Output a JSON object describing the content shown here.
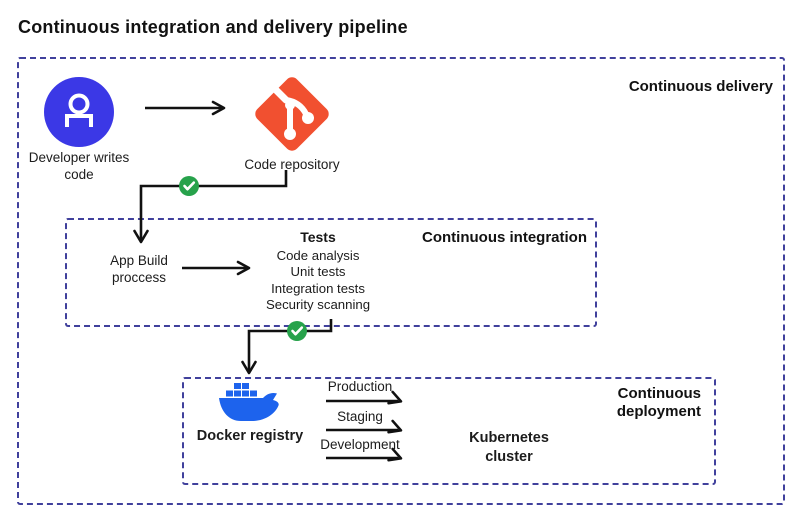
{
  "title": "Continuous integration and delivery pipeline",
  "colors": {
    "dashed_border": "#40409c",
    "developer_badge": "#3b38e6",
    "git_badge": "#f15030",
    "success_check": "#27a24b",
    "docker_blue": "#1d63ed",
    "connector_line": "#111111"
  },
  "delivery": {
    "label": "Continuous delivery"
  },
  "developer": {
    "label": "Developer writes code"
  },
  "repository": {
    "label": "Code repository"
  },
  "integration": {
    "label": "Continuous integration",
    "build_label": "App Build proccess",
    "tests_title": "Tests",
    "tests_items": [
      "Code analysis",
      "Unit tests",
      "Integration tests",
      "Security scanning"
    ]
  },
  "deployment": {
    "label": "Continuous deployment",
    "registry_label": "Docker registry",
    "environments": [
      "Production",
      "Staging",
      "Development"
    ],
    "cluster_label": "Kubernetes cluster"
  }
}
